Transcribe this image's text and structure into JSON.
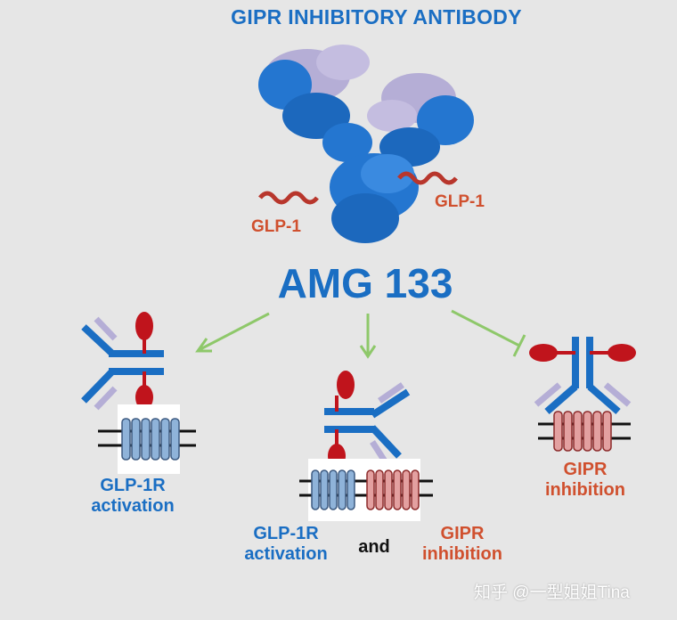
{
  "title": "GIPR INHIBITORY ANTIBODY",
  "drug_name": "AMG 133",
  "peptide_label_left": "GLP-1",
  "peptide_label_right": "GLP-1",
  "left_panel": {
    "line1": "GLP-1R",
    "line2": "activation"
  },
  "middle_panel": {
    "left_line1": "GLP-1R",
    "left_line2": "activation",
    "conjunction": "and",
    "right_line1": "GIPR",
    "right_line2": "inhibition"
  },
  "right_panel": {
    "line1": "GIPR",
    "line2": "inhibition"
  },
  "watermark": "知乎 @一型姐姐Tina",
  "colors": {
    "antibody_blue": "#1a6ec3",
    "light_chain": "#b5aed6",
    "peptide_red": "#c0141c",
    "glp1r_receptor": "#8fb3d9",
    "gipr_receptor": "#e3a0a0",
    "arrow_green": "#8ec86a",
    "label_red": "#d0502e"
  }
}
